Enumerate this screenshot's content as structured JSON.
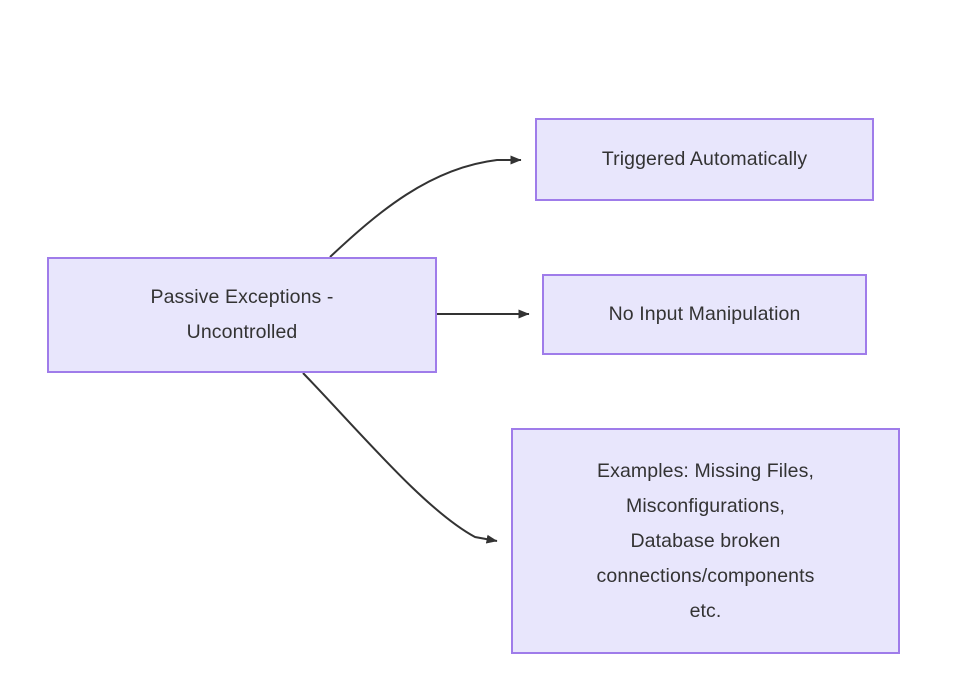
{
  "diagram": {
    "type": "flowchart",
    "direction": "left-to-right",
    "background_color": "#ffffff",
    "node_fill_color": "#e8e6fc",
    "node_border_color": "#9f7cea",
    "node_text_color": "#333333",
    "edge_color": "#333333",
    "nodes": [
      {
        "id": "source",
        "label": "Passive Exceptions -\nUncontrolled",
        "role": "root"
      },
      {
        "id": "triggered",
        "label": "Triggered Automatically",
        "role": "attribute"
      },
      {
        "id": "noinput",
        "label": "No Input Manipulation",
        "role": "attribute"
      },
      {
        "id": "examples",
        "label": "Examples: Missing Files,\nMisconfigurations,\nDatabase broken\nconnections/components\netc.",
        "role": "attribute"
      }
    ],
    "edges": [
      {
        "id": "edge-source-triggered",
        "from": "source",
        "to": "triggered",
        "style": "curved",
        "arrow": "triangle"
      },
      {
        "id": "edge-source-noinput",
        "from": "source",
        "to": "noinput",
        "style": "straight",
        "arrow": "triangle"
      },
      {
        "id": "edge-source-examples",
        "from": "source",
        "to": "examples",
        "style": "curved",
        "arrow": "triangle"
      }
    ]
  }
}
